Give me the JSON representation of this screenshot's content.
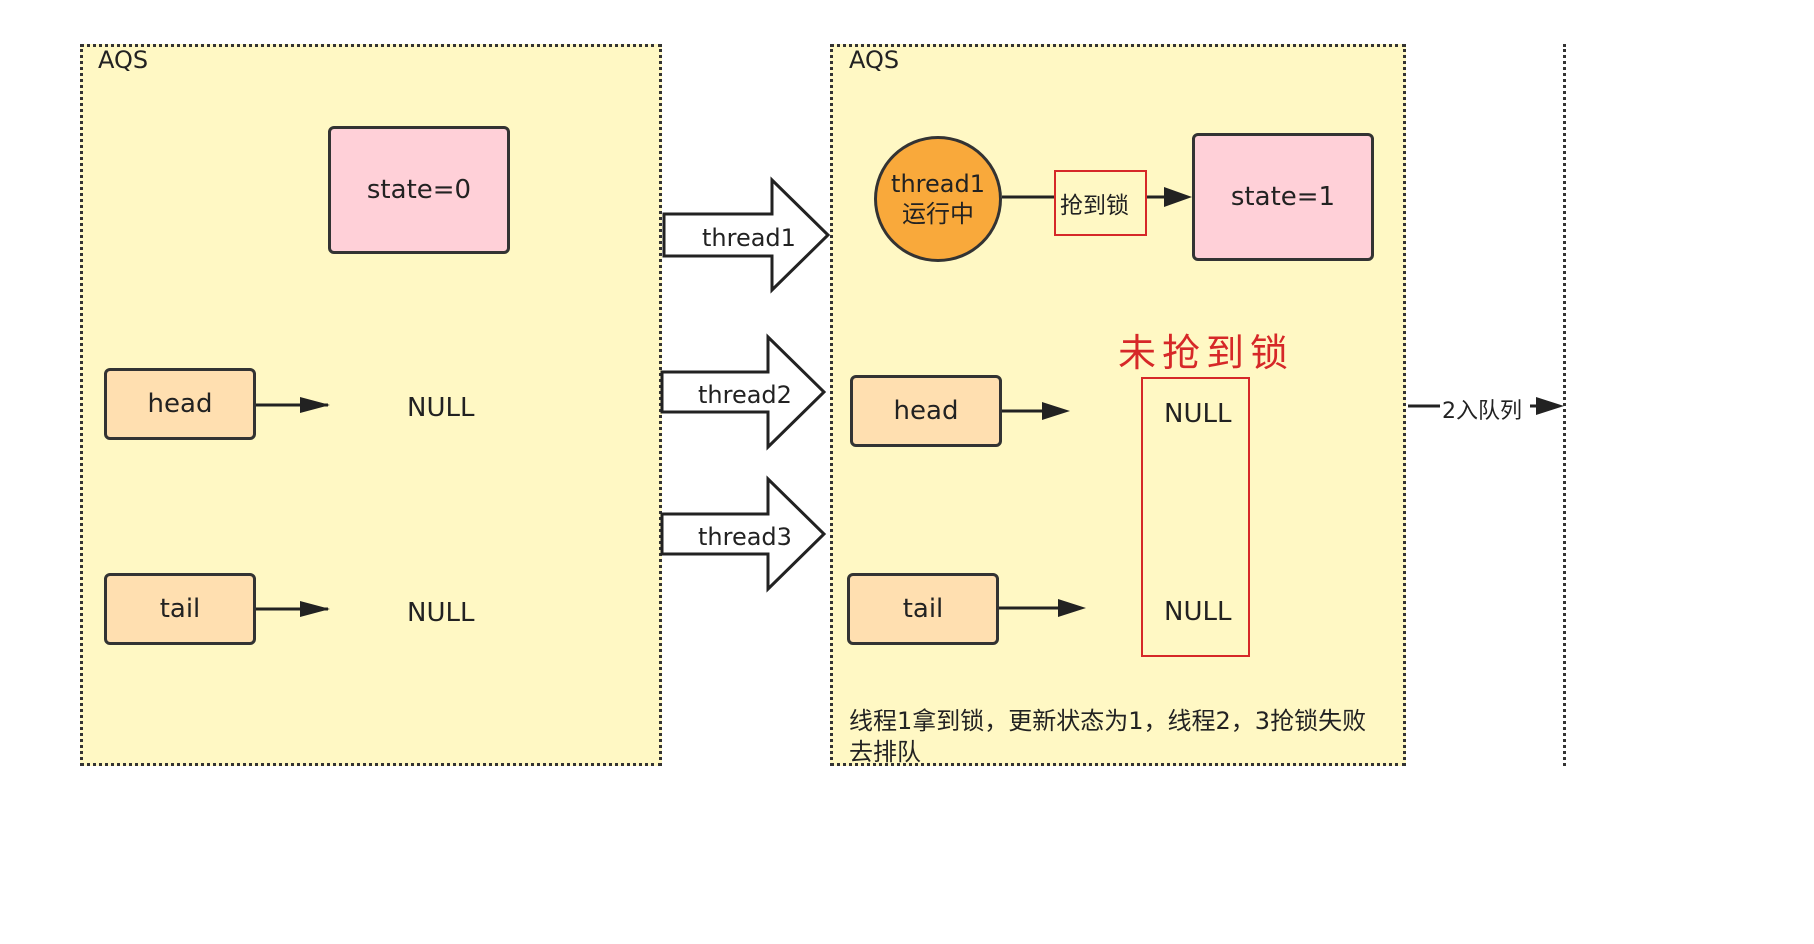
{
  "left_panel": {
    "title": "AQS",
    "state_box": "state=0",
    "head_label": "head",
    "tail_label": "tail",
    "head_value": "NULL",
    "tail_value": "NULL"
  },
  "arrows": {
    "thread1": "thread1",
    "thread2": "thread2",
    "thread3": "thread3"
  },
  "right_panel": {
    "title": "AQS",
    "circle_line1": "thread1",
    "circle_line2": "运行中",
    "grab_lock": "抢到锁",
    "state_box": "state=1",
    "failed_title": "未抢到锁",
    "head_label": "head",
    "tail_label": "tail",
    "head_value": "NULL",
    "tail_value": "NULL",
    "note": "线程1拿到锁，更新状态为1，线程2，3抢锁失败去排队"
  },
  "enqueue_label": "2入队列",
  "colors": {
    "panel_bg": "#fff8c4",
    "state_box": "#ffd0d8",
    "ref_box": "#ffdfb0",
    "thread_circle": "#f9a93b",
    "red_accent": "#d62828"
  }
}
